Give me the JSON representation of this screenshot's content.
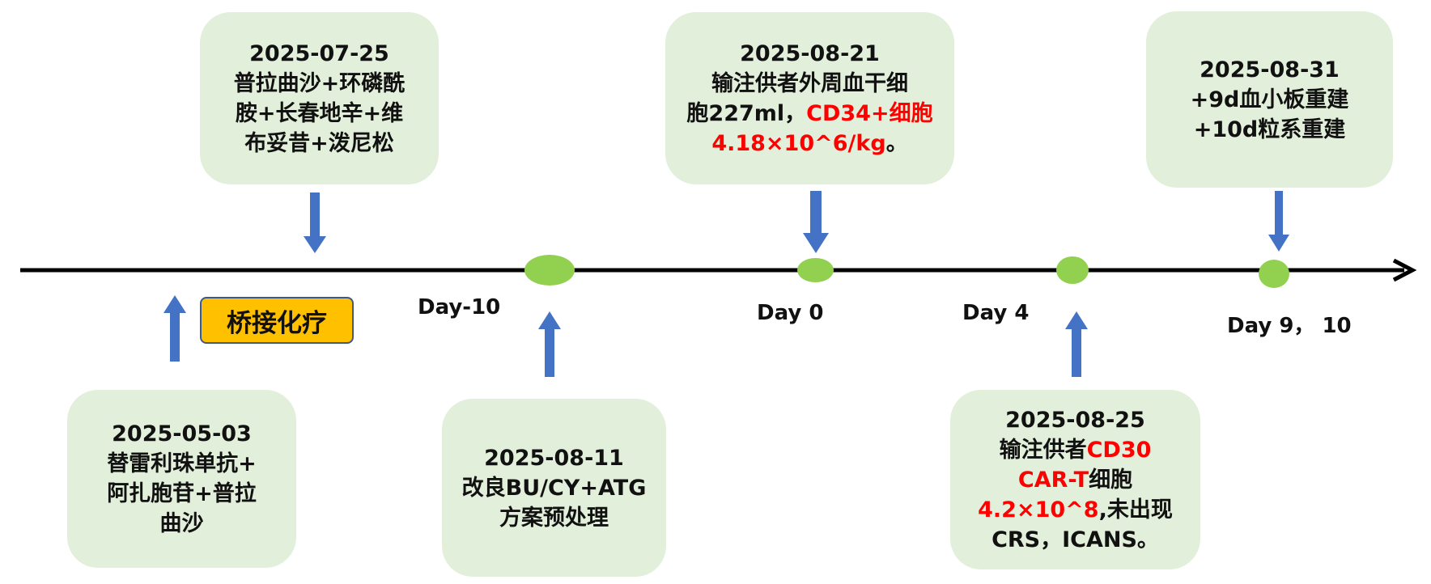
{
  "events": {
    "e1": {
      "date": "2025-07-25",
      "lines": [
        "普拉曲沙+环磷酰",
        "胺+长春地辛+维",
        "布妥昔+泼尼松"
      ]
    },
    "e2": {
      "date": "2025-08-21",
      "line1": "输注供者外周血干细",
      "line2a": "胞227ml，",
      "line2b": "CD34+细胞",
      "line3a": "4.18×10^6/kg",
      "line3b": "。"
    },
    "e3": {
      "date": "2025-08-31",
      "lines": [
        "+9d血小板重建",
        "+10d粒系重建"
      ]
    },
    "e4": {
      "date": "2025-05-03",
      "lines": [
        "替雷利珠单抗+",
        "阿扎胞苷+普拉",
        "曲沙"
      ]
    },
    "e5": {
      "date": "2025-08-11",
      "lines": [
        "改良BU/CY+ATG",
        "方案预处理"
      ]
    },
    "e6": {
      "date": "2025-08-25",
      "line1a": "输注供者",
      "line1b": "CD30",
      "line2a": "CAR-T",
      "line2b": "细胞",
      "line3a": "4.2×10^8",
      "line3b": ",未出现",
      "line4": "CRS，ICANS。"
    }
  },
  "tag": "桥接化疗",
  "days": [
    "Day-10",
    "Day 0",
    "Day 4",
    "Day 9， 10"
  ],
  "colors": {
    "box": "#e2efda",
    "arrow": "#4472c4",
    "dot": "#92d050",
    "tag": "#ffc000",
    "highlight": "#ff0000"
  }
}
